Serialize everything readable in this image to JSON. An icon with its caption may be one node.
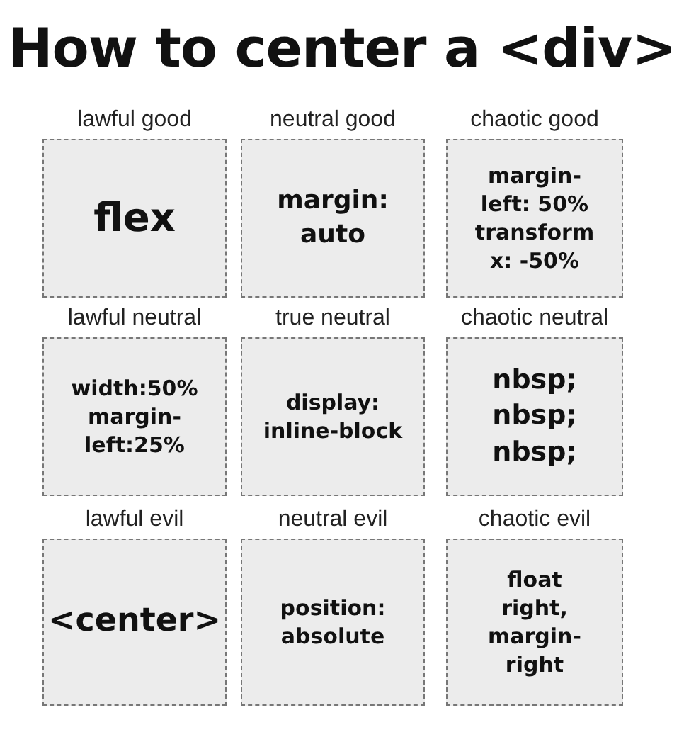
{
  "diagram": {
    "title": "How to center a <div>",
    "nodes": [
      {
        "text": [
          "lawful good",
          "flex"
        ]
      },
      {
        "text": [
          "neutral good",
          "margin: auto"
        ]
      },
      {
        "text": [
          "chaotic good",
          "margin-left: 50% transform x: -50%"
        ]
      },
      {
        "text": [
          "lawful neutral",
          "width:50% margin-left:25%"
        ]
      },
      {
        "text": [
          "true neutral",
          "display: inline-block"
        ]
      },
      {
        "text": [
          "chaotic neutral",
          "nbsp; nbsp; nbsp;"
        ]
      },
      {
        "text": [
          "lawful evil",
          "<center>"
        ]
      },
      {
        "text": [
          "neutral evil",
          "position: absolute"
        ]
      },
      {
        "text": [
          "chaotic evil",
          "float right, margin-right"
        ]
      }
    ]
  }
}
